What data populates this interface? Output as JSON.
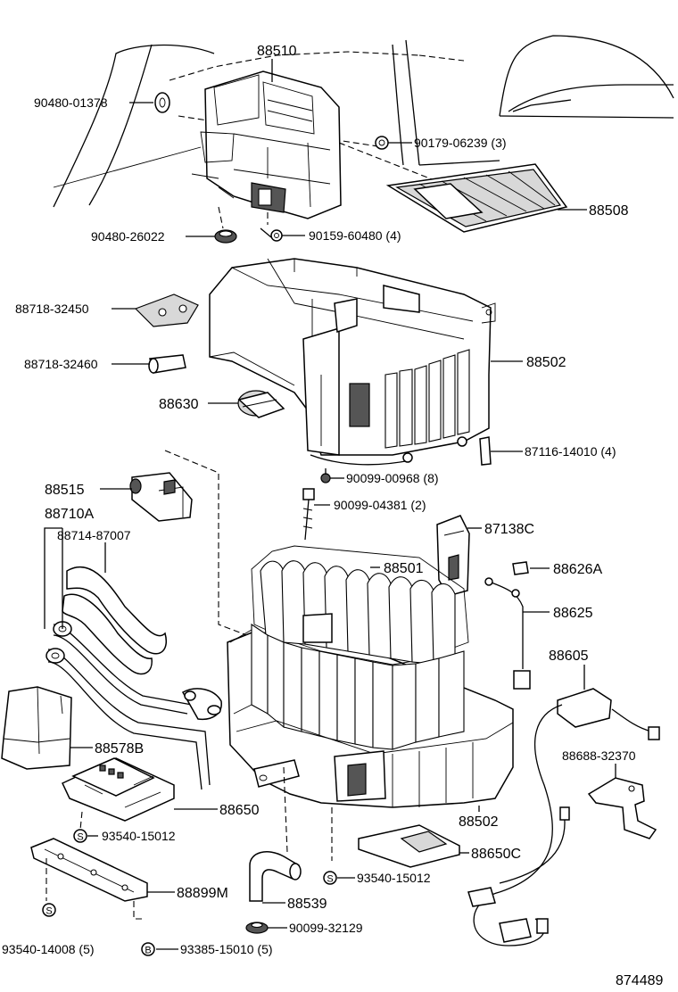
{
  "diagram": {
    "labels": {
      "p88510": "88510",
      "p90480_01378": "90480-01378",
      "p90179_06239": "90179-06239 (3)",
      "p88508": "88508",
      "p90480_26022": "90480-26022",
      "p90159_60480": "90159-60480 (4)",
      "p88718_32450": "88718-32450",
      "p88718_32460": "88718-32460",
      "p88502_top": "88502",
      "p88630": "88630",
      "p87116_14010": "87116-14010 (4)",
      "p90099_00968": "90099-00968 (8)",
      "p88515": "88515",
      "p90099_04381": "90099-04381 (2)",
      "p88710A": "88710A",
      "p87138C": "87138C",
      "p88714_87007": "88714-87007",
      "p88501": "88501",
      "p88626A": "88626A",
      "p88625": "88625",
      "p88605": "88605",
      "p88578B": "88578B",
      "p88688_32370": "88688-32370",
      "p88650": "88650",
      "p88502_bottom": "88502",
      "p93540_15012_a": "93540-15012",
      "p88650C": "88650C",
      "p93540_15012_b": "93540-15012",
      "p88899M": "88899M",
      "p88539": "88539",
      "p90099_32129": "90099-32129",
      "p93540_14008": "93540-14008 (5)",
      "p93385_15010": "93385-15010 (5)",
      "ref_number": "874489"
    },
    "markers": {
      "s1": "S",
      "s2": "S",
      "s3": "S",
      "b1": "B"
    }
  }
}
